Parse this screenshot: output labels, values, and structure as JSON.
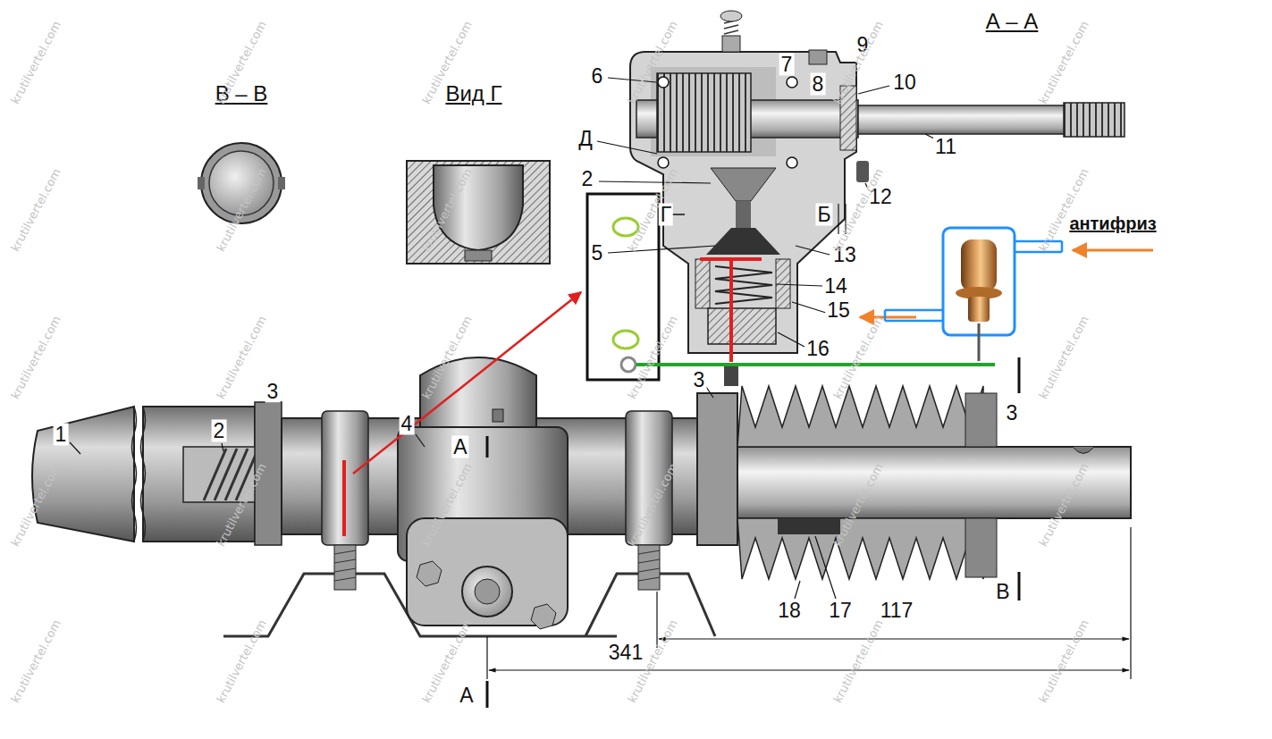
{
  "diagram": {
    "labels": [
      "В – В",
      "Вид Г",
      "6",
      "7",
      "8",
      "9",
      "А – А",
      "10",
      "Д",
      "11",
      "2",
      "12",
      "Г",
      "антифриз",
      "Б",
      "5",
      "13",
      "14",
      "15",
      "16",
      "А",
      "1",
      "2",
      "3",
      "4",
      "3",
      "3",
      "18",
      "17",
      "117",
      "В",
      "341",
      "А",
      "krutilvertel.com",
      "krutilvertel.com",
      "krutilvertel.com",
      "krutilvertel.com",
      "krutilvertel.com",
      "krutilvertel.com",
      "krutilvertel.com",
      "krutilvertel.com",
      "krutilvertel.com",
      "krutilvertel.com",
      "krutilvertel.com",
      "krutilvertel.com",
      "krutilvertel.com",
      "krutilvertel.com",
      "krutilvertel.com",
      "krutilvertel.com",
      "krutilvertel.com",
      "krutilvertel.com",
      "krutilvertel.com",
      "krutilvertel.com",
      "krutilvertel.com",
      "krutilvertel.com",
      "krutilvertel.com",
      "krutilvertel.com",
      "krutilvertel.com",
      "krutilvertel.com",
      "krutilvertel.com",
      "krutilvertel.com",
      "krutilvertel.com",
      "krutilvertel.com"
    ]
  }
}
